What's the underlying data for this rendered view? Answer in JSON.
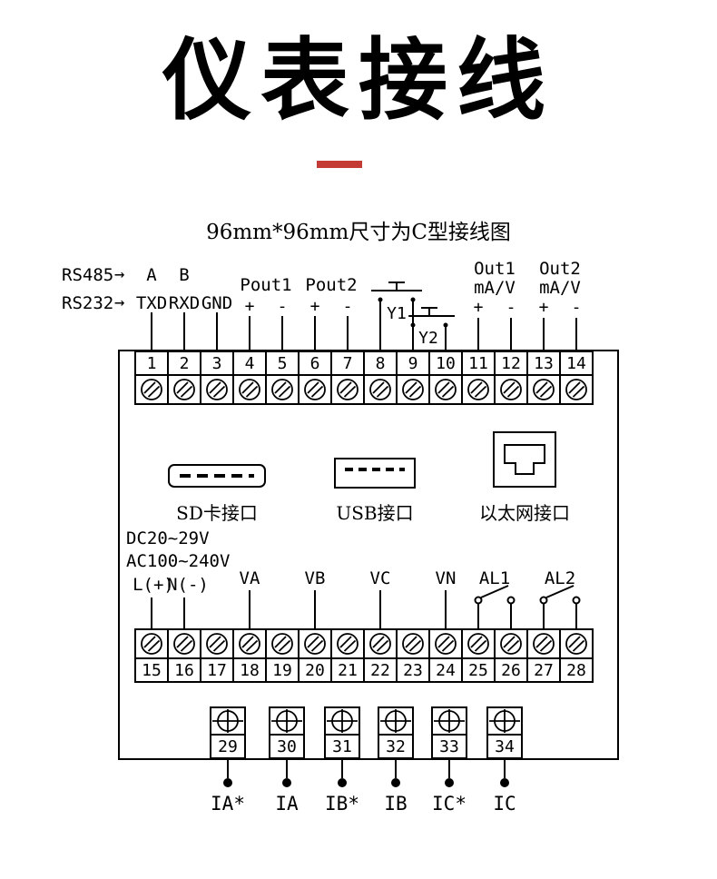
{
  "title": "仪表接线",
  "subtitle": "96mm*96mm尺寸为C型接线图",
  "top": {
    "rs485": "RS485",
    "rs232": "RS232",
    "arrow": "→",
    "a": "A",
    "b": "B",
    "txd": "TXD",
    "rxd": "RXD",
    "gnd": "GND",
    "pout1": "Pout1",
    "pout2": "Pout2",
    "out1": "Out1",
    "out2": "Out2",
    "mav": "mA/V",
    "plus": "+",
    "minus": "-",
    "y1": "Y1",
    "y2": "Y2"
  },
  "ports": {
    "sd": "SD卡接口",
    "usb": "USB接口",
    "ethernet": "以太网接口"
  },
  "power": {
    "dc": "DC20~29V",
    "ac": "AC100~240V",
    "l": "L(+)",
    "n": "N(-)"
  },
  "mid": {
    "va": "VA",
    "vb": "VB",
    "vc": "VC",
    "vn": "VN",
    "al1": "AL1",
    "al2": "AL2"
  },
  "terminals": {
    "row1": [
      "1",
      "2",
      "3",
      "4",
      "5",
      "6",
      "7",
      "8",
      "9",
      "10",
      "11",
      "12",
      "13",
      "14"
    ],
    "row2": [
      "15",
      "16",
      "17",
      "18",
      "19",
      "20",
      "21",
      "22",
      "23",
      "24",
      "25",
      "26",
      "27",
      "28"
    ],
    "row3": [
      "29",
      "30",
      "31",
      "32",
      "33",
      "34"
    ]
  },
  "bottom": {
    "ia_s": "IA*",
    "ia": "IA",
    "ib_s": "IB*",
    "ib": "IB",
    "ic_s": "IC*",
    "ic": "IC"
  },
  "colors": {
    "accent_red": "#c43a35",
    "line": "#000000"
  }
}
